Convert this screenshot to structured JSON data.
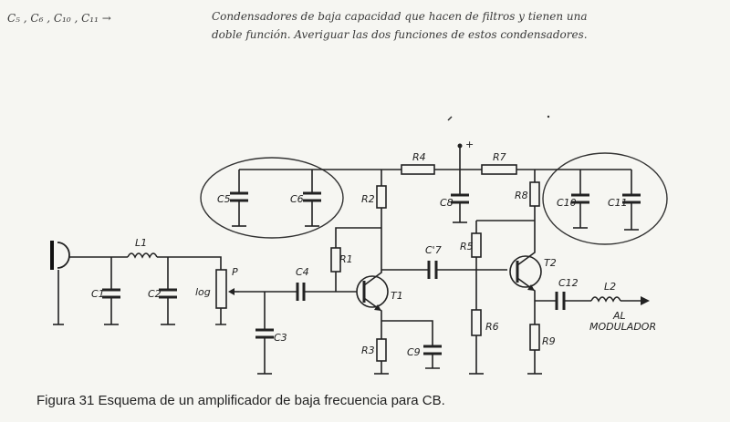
{
  "note": {
    "components": "C₅ , C₆ , C₁₀ , C₁₁  →",
    "line1": "Condensadores de baja capacidad que hacen de filtros y tienen una",
    "line2": "doble función. Averiguar las dos funciones de estos condensadores."
  },
  "labels": {
    "R4": "R4",
    "R7": "R7",
    "R2": "R2",
    "R8": "R8",
    "R1": "R1",
    "R5": "R5",
    "R3": "R3",
    "R6": "R6",
    "R9": "R9",
    "C5": "C5",
    "C6": "C6",
    "C8": "C8",
    "C10": "C10",
    "C11": "C11",
    "C7": "C'7",
    "C4": "C4",
    "C1": "C1",
    "C2": "C2",
    "C3": "C3",
    "C9": "C9",
    "C12": "C12",
    "L1": "L1",
    "L2": "L2",
    "T1": "T1",
    "T2": "T2",
    "P": "P",
    "log": "log",
    "plus": "+",
    "out1": "AL",
    "out2": "MODULADOR"
  },
  "caption": {
    "text": "Figura 31   Esquema de un amplificador de baja frecuencia para CB."
  }
}
